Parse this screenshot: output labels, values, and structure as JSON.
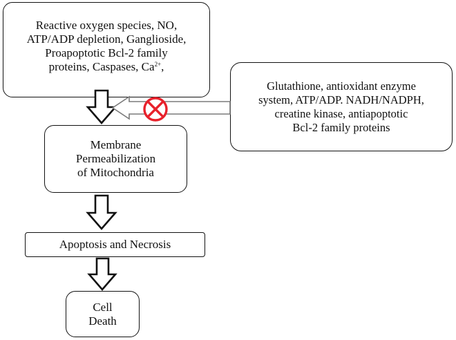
{
  "nodes": {
    "triggers": {
      "line1": "Reactive oxygen species, NO,",
      "line2": "ATP/ADP depletion, Ganglioside,",
      "line3": "Proapoptotic Bcl-2 family",
      "line4": "proteins, Caspases, Ca",
      "line4_sup": "2+",
      "line4_tail": ","
    },
    "protectors": {
      "line1": "Glutathione, antioxidant enzyme",
      "line2": "system, ATP/ADP. NADH/NADPH,",
      "line3": "creatine kinase, antiapoptotic",
      "line4": "Bcl-2 family proteins"
    },
    "membrane": {
      "line1": "Membrane",
      "line2": "Permeabilization",
      "line3": "of Mitochondria"
    },
    "apoptosis": {
      "label": "Apoptosis and Necrosis"
    },
    "death": {
      "line1": "Cell",
      "line2": "Death"
    }
  },
  "edges": [
    {
      "from": "triggers",
      "to": "membrane",
      "style": "hollow-arrow"
    },
    {
      "from": "protectors",
      "to": "triggers-to-membrane",
      "style": "hollow-arrow",
      "marker": "inhibition-circle-x"
    },
    {
      "from": "membrane",
      "to": "apoptosis",
      "style": "hollow-arrow"
    },
    {
      "from": "apoptosis",
      "to": "death",
      "style": "hollow-arrow"
    }
  ],
  "colors": {
    "stroke": "#111111",
    "inhibit_arrow": "#7a7a7a",
    "inhibit_marker": "#e8212b"
  }
}
